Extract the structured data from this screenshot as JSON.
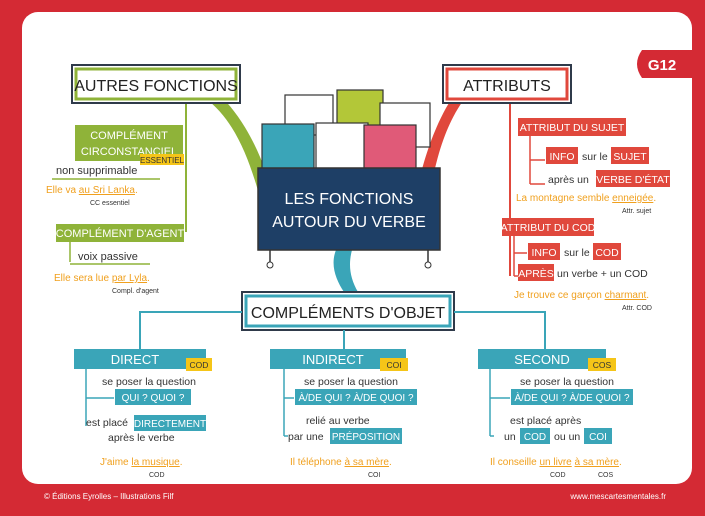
{
  "header": {
    "title": "Les fonctions autour du verbe",
    "badge": "G12"
  },
  "footer": {
    "left": "© Éditions Eyrolles – Illustrations Filf",
    "right": "www.mescartesmentales.fr"
  },
  "center": {
    "line1": "LES FONCTIONS",
    "line2": "AUTOUR DU VERBE"
  },
  "autres": {
    "title": "AUTRES FONCTIONS",
    "cc": {
      "line1": "COMPLÉMENT",
      "line2": "CIRCONSTANCIEL",
      "tag": "ESSENTIEL",
      "property": "non supprimable",
      "ex_pre": "Elle va ",
      "ex_hl": "au Sri Lanka",
      "ex_post": ".",
      "ex_note": "CC essentiel"
    },
    "agent": {
      "label": "COMPLÉMENT D'AGENT",
      "property": "voix passive",
      "ex_pre": "Elle sera lue ",
      "ex_hl": "par Lyla",
      "ex_post": ".",
      "ex_note": "Compl. d'agent"
    }
  },
  "attributs": {
    "title": "ATTRIBUTS",
    "sujet": {
      "label": "ATTRIBUT DU SUJET",
      "info": "INFO",
      "sur": "sur le",
      "target": "SUJET",
      "apres": "après un",
      "verbe": "VERBE D'ÉTAT",
      "ex_pre": "La montagne semble ",
      "ex_hl": "enneigée",
      "ex_post": ".",
      "ex_note": "Attr. sujet"
    },
    "cod": {
      "label": "ATTRIBUT DU COD",
      "info": "INFO",
      "sur": "sur le",
      "target": "COD",
      "apres": "APRÈS",
      "rest": "un verbe + un COD",
      "ex_pre": "Je trouve ce garçon ",
      "ex_hl": "charmant",
      "ex_post": ".",
      "ex_note": "Attr. COD"
    }
  },
  "complements": {
    "title": "COMPLÉMENTS D'OBJET",
    "direct": {
      "label": "DIRECT",
      "tag": "COD",
      "q_text": "se poser la question",
      "q_box": "QUI ? QUOI ?",
      "placed1": "est placé",
      "placed_box": "DIRECTEMENT",
      "placed2": "après le verbe",
      "ex_pre": "J'aime ",
      "ex_hl": "la musique",
      "ex_post": ".",
      "ex_note": "COD"
    },
    "indirect": {
      "label": "INDIRECT",
      "tag": "COI",
      "q_text": "se poser la question",
      "q_box": "À/DE QUI ? À/DE QUOI ?",
      "rel1": "relié au verbe",
      "rel2": "par une",
      "rel_box": "PRÉPOSITION",
      "ex_pre": "Il téléphone ",
      "ex_hl": "à sa mère",
      "ex_post": ".",
      "ex_note": "COI"
    },
    "second": {
      "label": "SECOND",
      "tag": "COS",
      "q_text": "se poser la question",
      "q_box": "À/DE QUI ? À/DE QUOI ?",
      "placed1": "est placé après",
      "pre": "un",
      "cod": "COD",
      "mid": "ou un",
      "coi": "COI",
      "ex_pre": "Il conseille ",
      "ex_hl1": "un livre",
      "ex_mid": " ",
      "ex_hl2": "à sa mère",
      "ex_post": ".",
      "ex_note1": "COD",
      "ex_note2": "COS"
    }
  },
  "colors": {
    "frame": "#d42a34",
    "green": "#8fb339",
    "teal": "#3aa5b8",
    "red": "#e0483c",
    "navy": "#2f5477",
    "orange": "#f0a01e",
    "yellow": "#f5c518",
    "board": "#1e3f66"
  }
}
